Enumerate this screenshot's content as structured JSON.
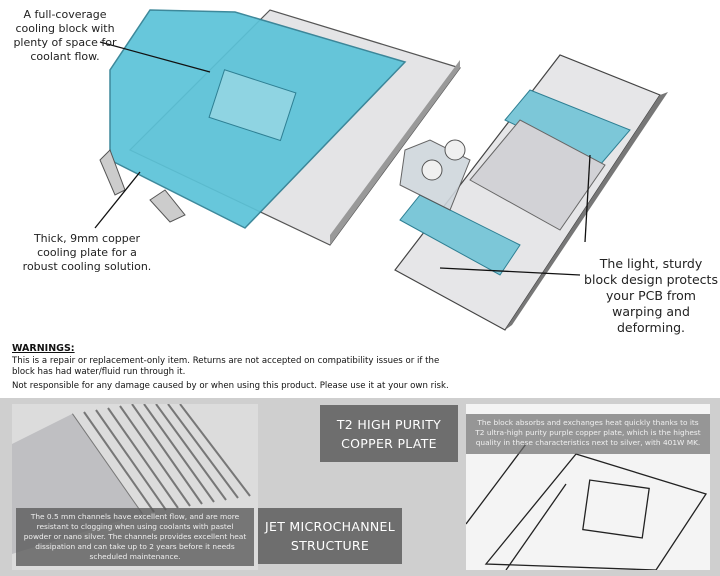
{
  "callouts": {
    "top_left": "A full-coverage cooling block with plenty of space for coolant flow.",
    "middle_left": "Thick, 9mm copper cooling plate for a robust cooling solution.",
    "right": "The light, sturdy block design protects your PCB from warping and deforming."
  },
  "warnings": {
    "heading": "WARNINGS:",
    "line1": "This is a repair or replacement-only item. Returns are not accepted on compatibility issues or if the block has had water/fluid run through it.",
    "line2": "Not responsible for any damage caused by or when using this product. Please use it at your own risk."
  },
  "features": {
    "copper_plate": {
      "title": "T2 HIGH PURITY COPPER PLATE",
      "description": "The block absorbs and exchanges heat quickly thanks to its T2 ultra-high purity purple copper plate, which is the highest quality in these characteristics next to silver, with 401W MK."
    },
    "microchannel": {
      "title": "JET MICROCHANNEL STRUCTURE",
      "description": "The 0.5 mm channels have excellent flow, and are more resistant to clogging when using coolants with pastel powder or nano silver. The channels provides excellent heat dissipation and can take up to 2 years before it needs scheduled maintenance."
    }
  },
  "colors": {
    "acrylic": "#5bc3d8",
    "metal": "#d9d9dc",
    "band": "#cfcfcf",
    "title_box": "#6e6e6e"
  }
}
